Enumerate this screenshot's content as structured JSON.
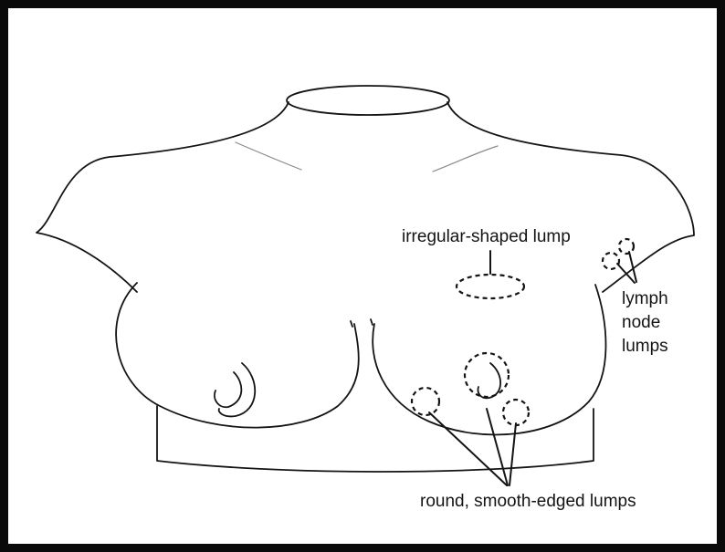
{
  "labels": {
    "irregular_lump": "irregular-shaped lump",
    "lymph_node_line1": "lymph",
    "lymph_node_line2": "node",
    "lymph_node_line3": "lumps",
    "round_lumps": "round, smooth-edged lumps"
  },
  "colors": {
    "frame": "#0a0a0a",
    "ink": "#141414",
    "background": "#ffffff"
  }
}
